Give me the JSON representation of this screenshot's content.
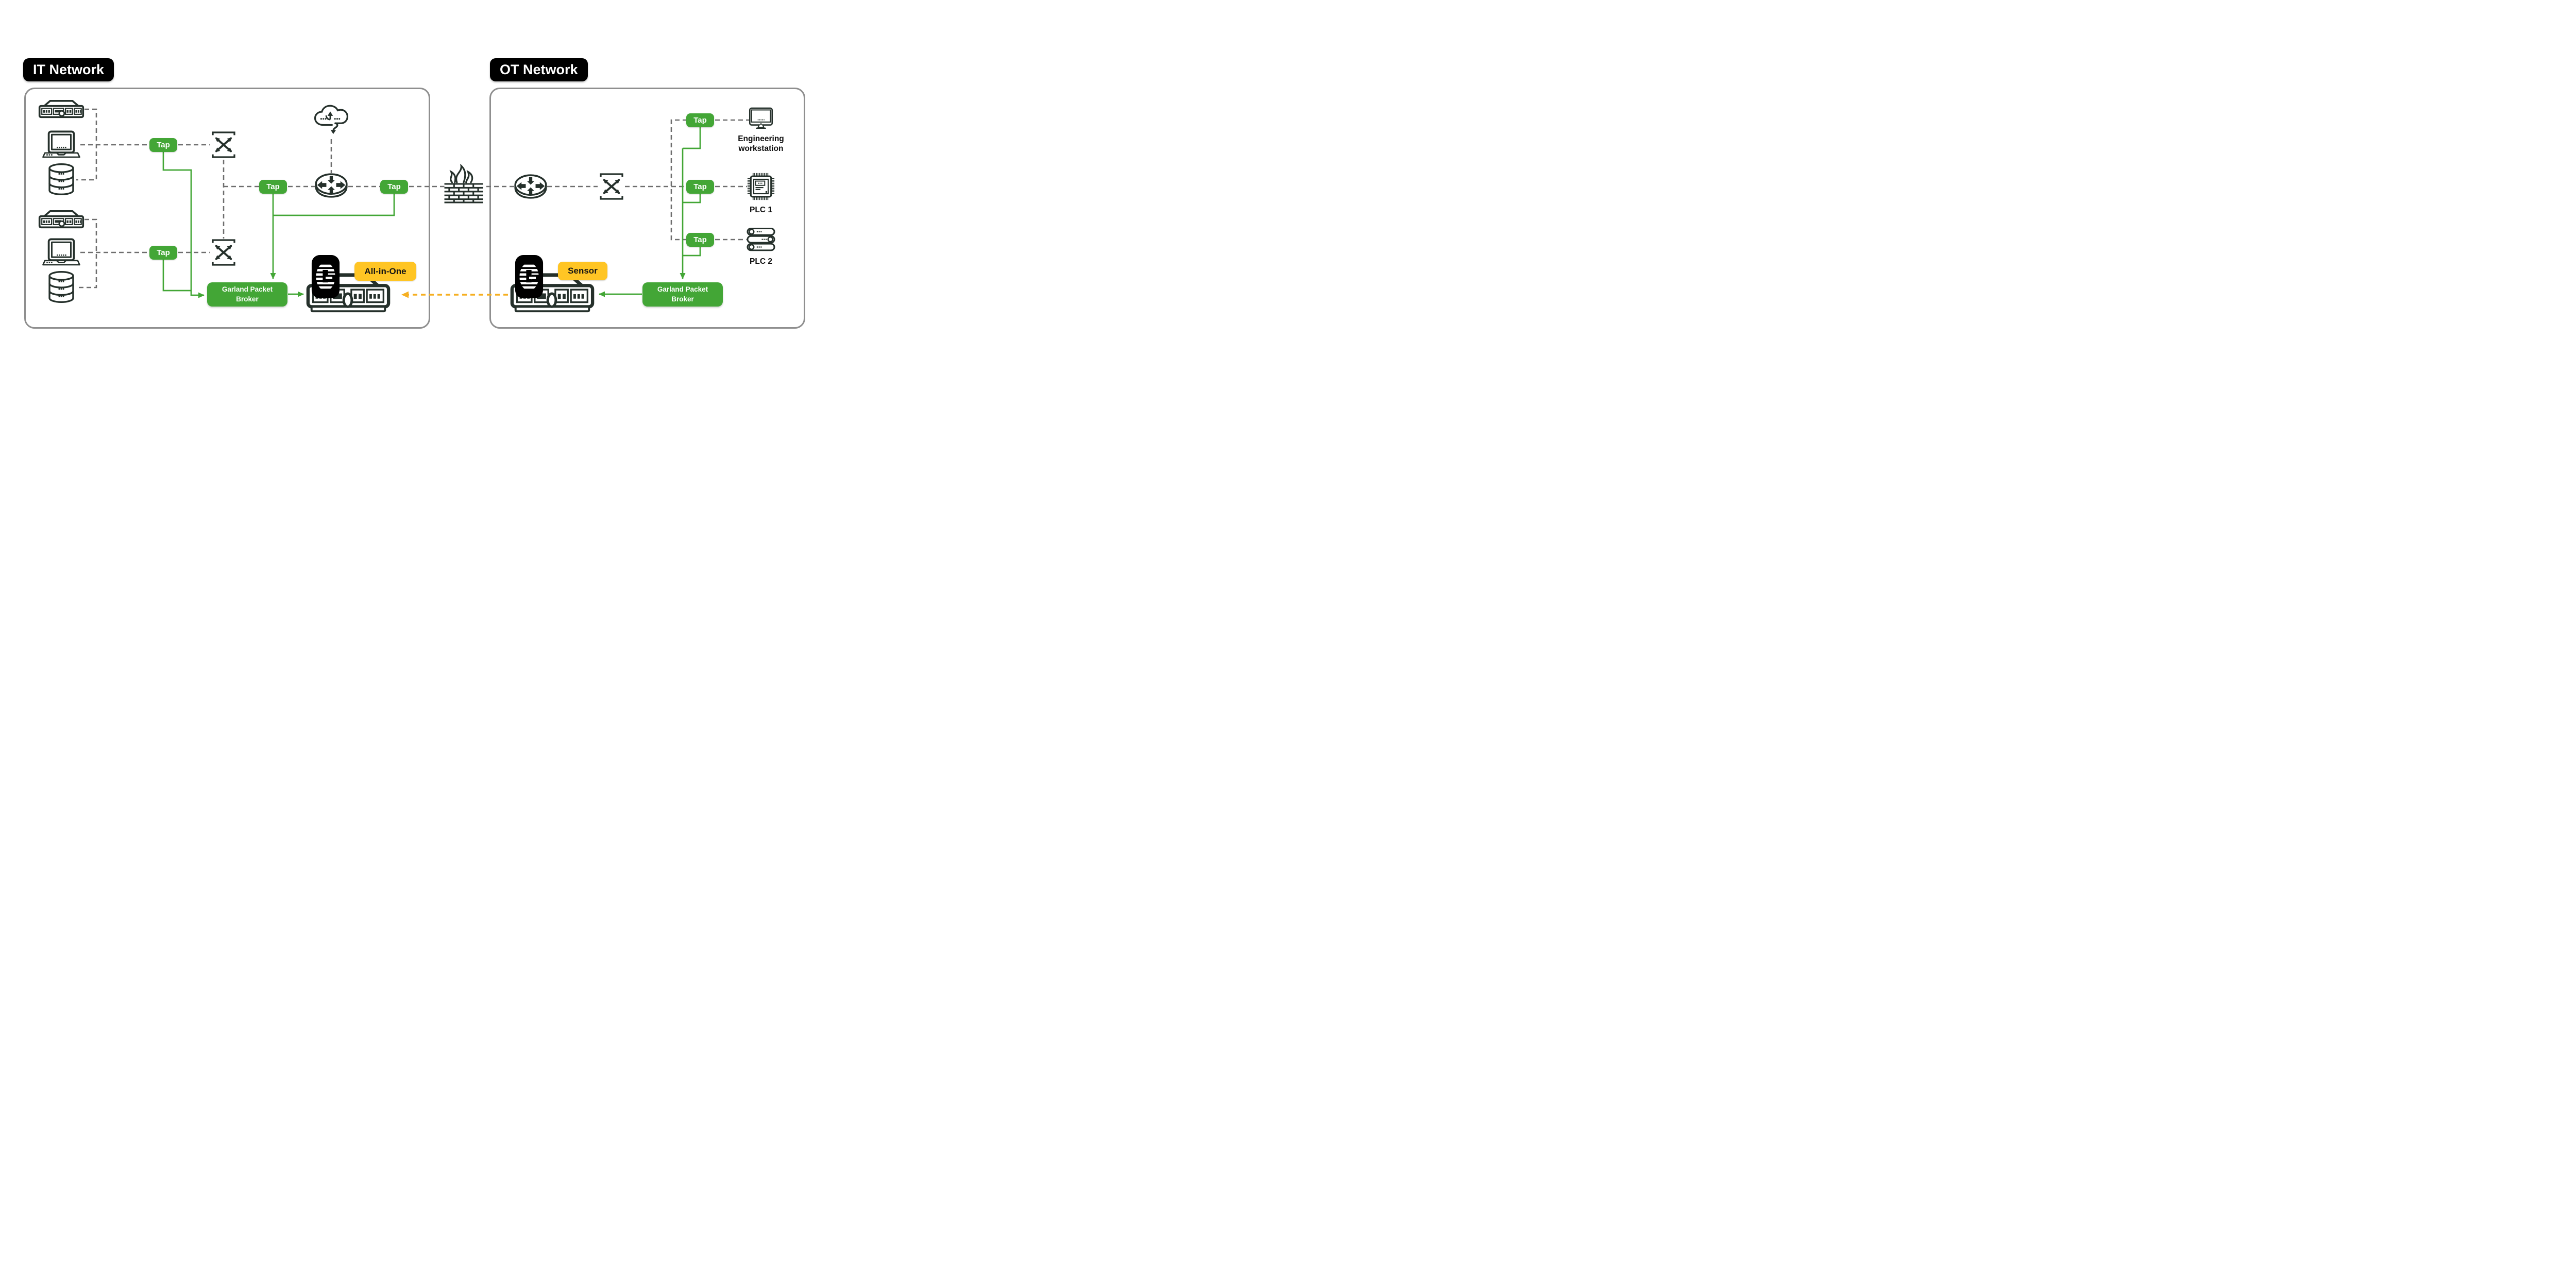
{
  "colors": {
    "accent_green": "#43A636",
    "icon_dark": "#25302B",
    "badge_yellow": "#FFC524",
    "flow_orange": "#F6AF21",
    "dashed_gray": "#6E6E6E",
    "container_border": "#8F8F8F",
    "title_bg": "#000000",
    "title_text": "#FFFFFF"
  },
  "it_network": {
    "title": "IT Network",
    "tap_labels": [
      "Tap",
      "Tap",
      "Tap",
      "Tap"
    ],
    "packet_broker_label": "Garland Packet Broker",
    "appliance_badge": "All-in-One",
    "icons": [
      "server-icon",
      "laptop-icon",
      "database-icon",
      "switch-icon",
      "server-icon",
      "laptop-icon",
      "database-icon",
      "switch-icon",
      "cloud-icon",
      "router-icon",
      "garland-logo-icon",
      "appliance-icon"
    ]
  },
  "ot_network": {
    "title": "OT Network",
    "tap_labels": [
      "Tap",
      "Tap",
      "Tap"
    ],
    "packet_broker_label": "Garland Packet Broker",
    "appliance_badge": "Sensor",
    "device_labels": {
      "workstation": "Engineering workstation",
      "plc1": "PLC 1",
      "plc2": "PLC 2"
    },
    "icons": [
      "router-icon",
      "switch-icon",
      "monitor-icon",
      "plc-chip-icon",
      "plc-rollers-icon",
      "garland-logo-icon",
      "appliance-icon"
    ]
  },
  "perimeter": {
    "icon": "firewall-icon"
  }
}
